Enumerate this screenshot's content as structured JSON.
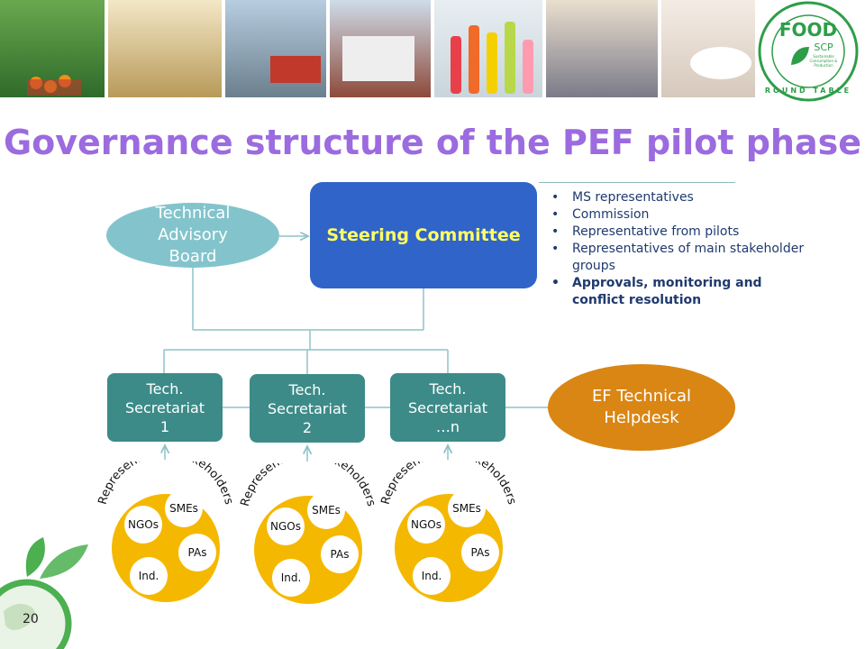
{
  "slide": {
    "title": "Governance structure of the PEF pilot phase",
    "page_number": "20"
  },
  "logo": {
    "main": "FOOD",
    "sub": "SCP",
    "tagline_1": "Sustainable",
    "tagline_2": "Consumption &",
    "tagline_3": "Production",
    "ring": "ROUND TABLE"
  },
  "nodes": {
    "tab_line1": "Technical",
    "tab_line2": "Advisory",
    "tab_line3": "Board",
    "steering": "Steering Committee",
    "sec1_line1": "Tech.",
    "sec1_line2": "Secretariat",
    "sec1_line3": "1",
    "sec2_line1": "Tech.",
    "sec2_line2": "Secretariat",
    "sec2_line3": "2",
    "secn_line1": "Tech.",
    "secn_line2": "Secretariat",
    "secn_line3": "…n",
    "helpdesk_line1": "EF Technical",
    "helpdesk_line2": "Helpdesk"
  },
  "steering_bullets": [
    "MS representatives",
    "Commission",
    "Representative from pilots",
    "Representatives of main stakeholder groups",
    "Approvals, monitoring and conflict resolution"
  ],
  "stakeholders": {
    "label": "Representative stakeholders",
    "groups": [
      "NGOs",
      "SMEs",
      "PAs",
      "Ind."
    ]
  },
  "colors": {
    "title": "#9b6bdf",
    "steering": "#3064c8",
    "steering_text": "#ffff66",
    "advisory": "#83c4cc",
    "secretariat": "#3c8b88",
    "helpdesk": "#d98614",
    "stakeholder_circle": "#f5b800",
    "connector": "#8fc2c8"
  }
}
